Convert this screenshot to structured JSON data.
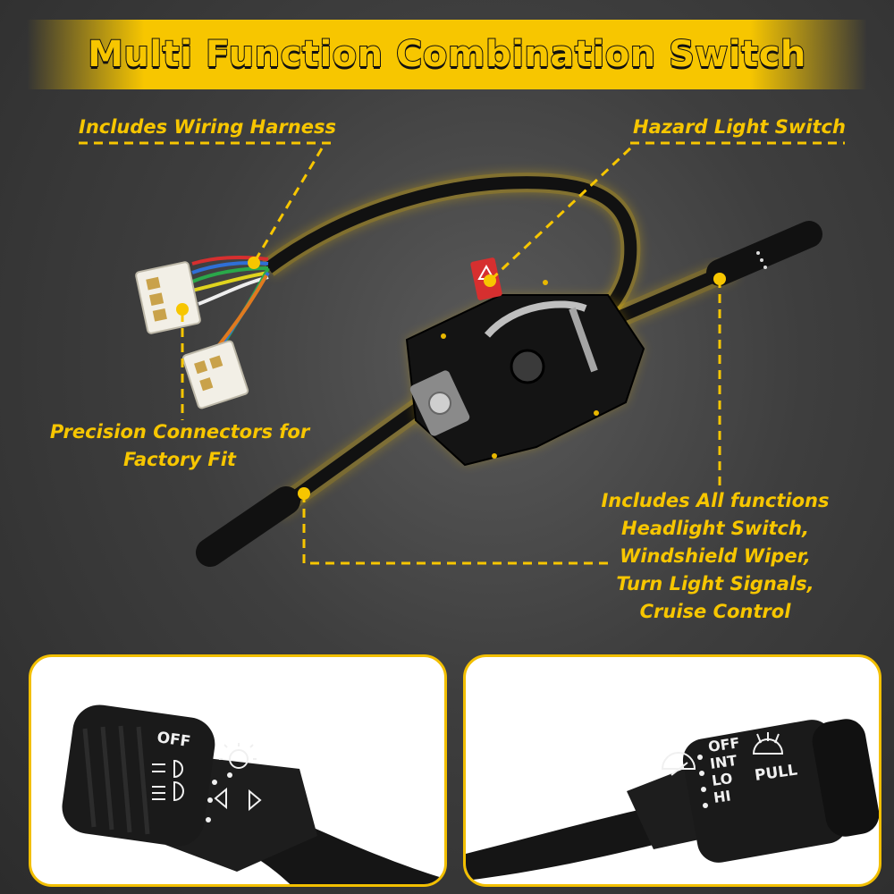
{
  "banner": {
    "title": "Multi Function Combination Switch"
  },
  "callouts": {
    "wiring_harness": "Includes Wiring Harness",
    "hazard_switch": "Hazard Light Switch",
    "connectors_line1": "Precision Connectors for",
    "connectors_line2": "Factory Fit",
    "functions_line1": "Includes All functions",
    "functions_line2": "Headlight Switch,",
    "functions_line3": "Windshield Wiper,",
    "functions_line4": "Turn Light Signals,",
    "functions_line5": "Cruise Control"
  },
  "product_labels": {
    "wiper_off": "OFF",
    "wiper_int": "INT",
    "wiper_lo": "LO",
    "wiper_hi": "HI",
    "wiper_pull": "PULL",
    "headlight_off": "OFF"
  },
  "colors": {
    "accent_yellow": "#f7c600",
    "background": "#3a3a3a",
    "panel_border": "#f2bf00"
  },
  "icons": [
    "wiper-icon",
    "washer-icon",
    "headlight-icon",
    "parking-light-icon",
    "low-beam-icon",
    "turn-arrows-icon",
    "hazard-triangle-icon"
  ]
}
